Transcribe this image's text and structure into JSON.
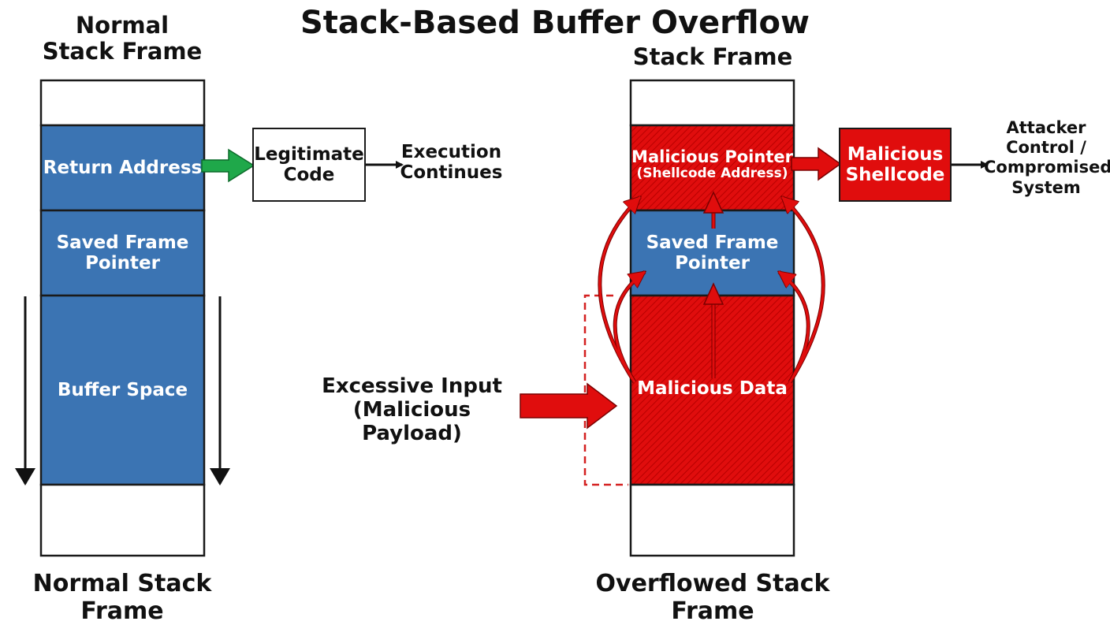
{
  "title": "Stack-Based Buffer Overflow",
  "colors": {
    "blue": "#3b74b3",
    "red": "#e00d0d",
    "green": "#1fa84a",
    "outline": "#1a1a1a"
  },
  "left_frame": {
    "header_line1": "Normal",
    "header_line2": "Stack Frame",
    "return_address": "Return Address",
    "saved_fp_line1": "Saved Frame",
    "saved_fp_line2": "Pointer",
    "buffer": "Buffer Space",
    "caption": "Normal Stack Frame"
  },
  "legit_box": {
    "line1": "Legitimate",
    "line2": "Code"
  },
  "execution": {
    "line1": "Execution",
    "line2": "Continues"
  },
  "input_label": {
    "line1": "Excessive Input",
    "line2": "(Malicious Payload)"
  },
  "right_frame": {
    "header": "Stack Frame",
    "malicious_pointer": "Malicious Pointer",
    "shellcode_address": "(Shellcode Address)",
    "saved_fp_line1": "Saved Frame",
    "saved_fp_line2": "Pointer",
    "malicious_data": "Malicious Data",
    "caption": "Overflowed Stack Frame"
  },
  "shellcode_box": {
    "line1": "Malicious",
    "line2": "Shellcode"
  },
  "attacker": {
    "line1": "Attacker",
    "line2": "Control /",
    "line3": "Compromised",
    "line4": "System"
  }
}
